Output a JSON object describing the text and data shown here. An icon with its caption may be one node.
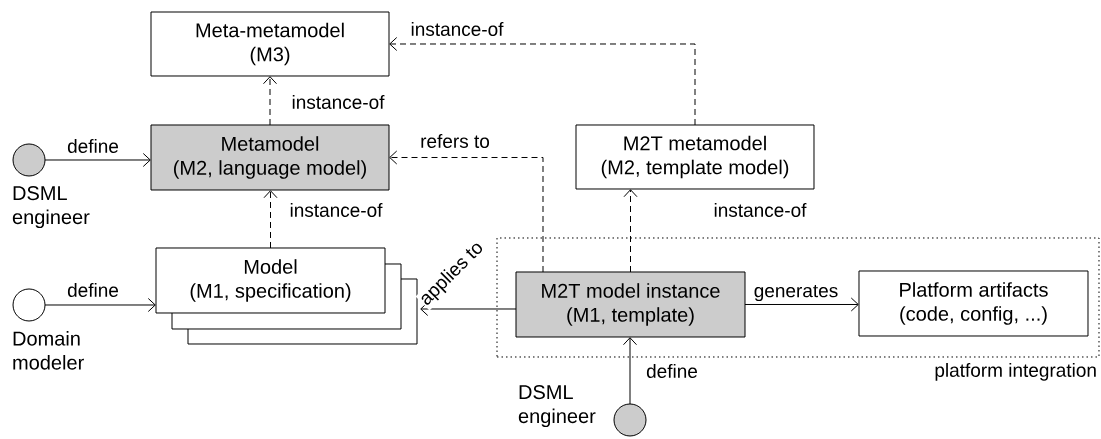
{
  "diagram": {
    "nodes": [
      {
        "text": [
          "Meta-metamodel",
          "(M3)"
        ]
      },
      {
        "text": [
          "Metamodel",
          "(M2, language model)"
        ]
      },
      {
        "text": [
          "M2T metamodel",
          "(M2, template model)"
        ]
      },
      {
        "text": [],
        "shape": "circle",
        "beside": [
          "DSML engineer"
        ]
      },
      {
        "text": [
          "Model",
          "(M1, specification)"
        ]
      },
      {
        "text": [],
        "shape": "circle",
        "beside": [
          "Domain modeler"
        ]
      },
      {
        "text": [
          "platform integration"
        ]
      },
      {
        "text": [
          "M2T model instance",
          "(M1, template)"
        ],
        "in": 6
      },
      {
        "text": [
          "Platform artifacts",
          "(code, config, ...)"
        ],
        "in": 6
      },
      {
        "text": [],
        "shape": "circle",
        "beside": [
          "DSML engineer"
        ]
      }
    ],
    "edges": [
      {
        "from": 1,
        "to": 0,
        "arrow": "to",
        "label": "instance-of",
        "style": "dashed"
      },
      {
        "from": 2,
        "to": 0,
        "arrow": "to",
        "label": "instance-of",
        "style": "dashed"
      },
      {
        "from": 3,
        "to": 1,
        "arrow": "to",
        "label": "define"
      },
      {
        "from": 7,
        "to": 1,
        "arrow": "to",
        "label": "refers to",
        "style": "dashed"
      },
      {
        "from": 4,
        "to": 1,
        "arrow": "to",
        "label": "instance-of",
        "style": "dashed"
      },
      {
        "from": 7,
        "to": 2,
        "arrow": "to",
        "label": "instance-of",
        "style": "dashed"
      },
      {
        "from": 5,
        "to": 4,
        "arrow": "to",
        "label": "define"
      },
      {
        "from": 7,
        "to": 4,
        "arrow": "to",
        "label": "applies to"
      },
      {
        "from": 7,
        "to": 8,
        "arrow": "to",
        "label": "generates"
      },
      {
        "from": 9,
        "to": 7,
        "arrow": "to",
        "label": "define"
      }
    ]
  }
}
